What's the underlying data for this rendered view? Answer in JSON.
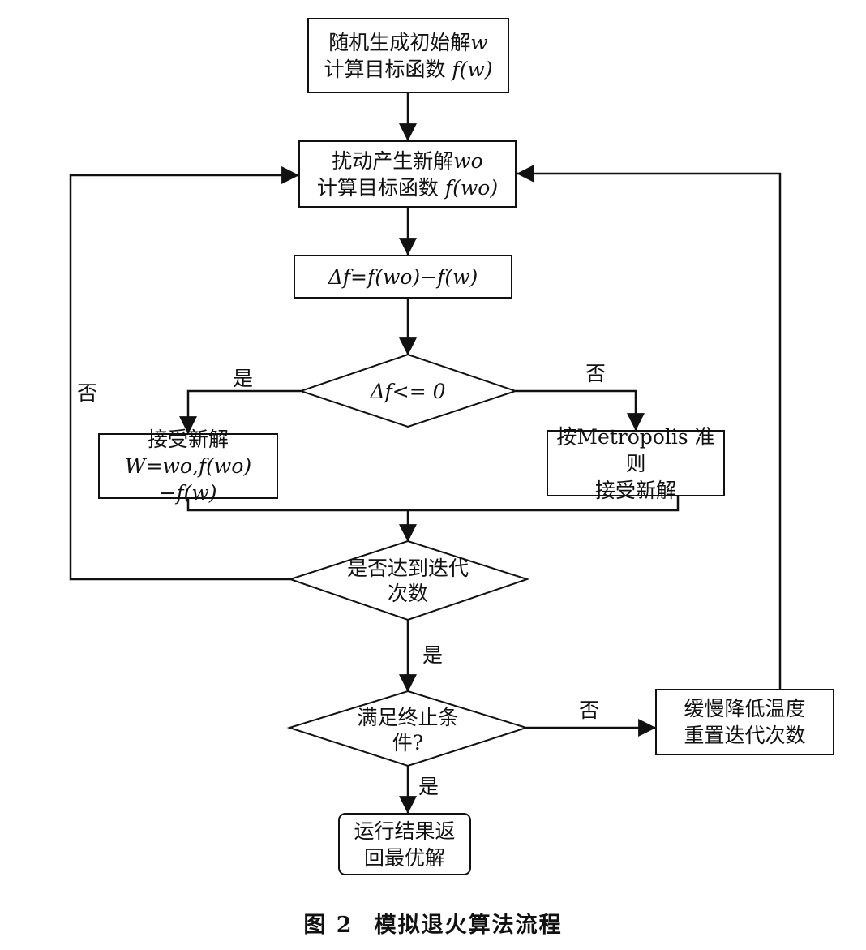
{
  "boxes": {
    "init": {
      "line1": "随机生成初始解",
      "line1_var": "w",
      "line2": "计算目标函数 ",
      "line2_expr": "f(w)"
    },
    "perturb": {
      "line1": "扰动产生新解",
      "line1_var": "wo",
      "line2": "计算目标函数 ",
      "line2_expr": "f(wo)"
    },
    "delta": {
      "text": "Δf=f(wo)−f(w)"
    },
    "accept": {
      "line1": "接受新解",
      "line2": "W=wo,f(wo)−f(w)"
    },
    "metropolis": {
      "line1": "按Metropolis 准则",
      "line2": "接受新解"
    },
    "cooling": {
      "line1": "缓慢降低温度",
      "line2": "重置迭代次数"
    },
    "result": {
      "line1": "运行结果返",
      "line2": "回最优解"
    }
  },
  "decisions": {
    "delta_check": {
      "text": "Δf<= 0"
    },
    "iter_check": {
      "line1": "是否达到迭代",
      "line2": "次数"
    },
    "stop_check": {
      "line1": "满足终止条",
      "line2": "件?"
    }
  },
  "edge_labels": {
    "yes_delta": "是",
    "no_delta": "否",
    "no_iter": "否",
    "yes_iter": "是",
    "no_stop": "否",
    "yes_stop": "是"
  },
  "caption": {
    "figure": "图 2",
    "title": "模拟退火算法流程"
  }
}
